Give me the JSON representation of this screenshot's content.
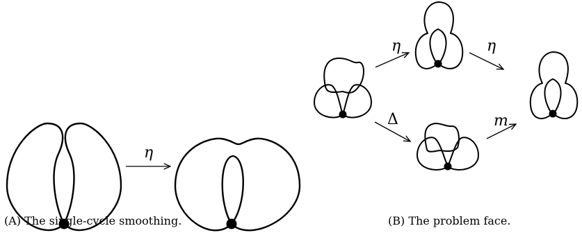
{
  "panel_a": {
    "caption": "(A) The single-cycle smoothing.",
    "arrow_label": "η"
  },
  "panel_b": {
    "caption": "(B) The problem face.",
    "labels": {
      "top_left": "η",
      "top_right": "η",
      "bottom_left": "Δ",
      "bottom_right": "m"
    }
  }
}
